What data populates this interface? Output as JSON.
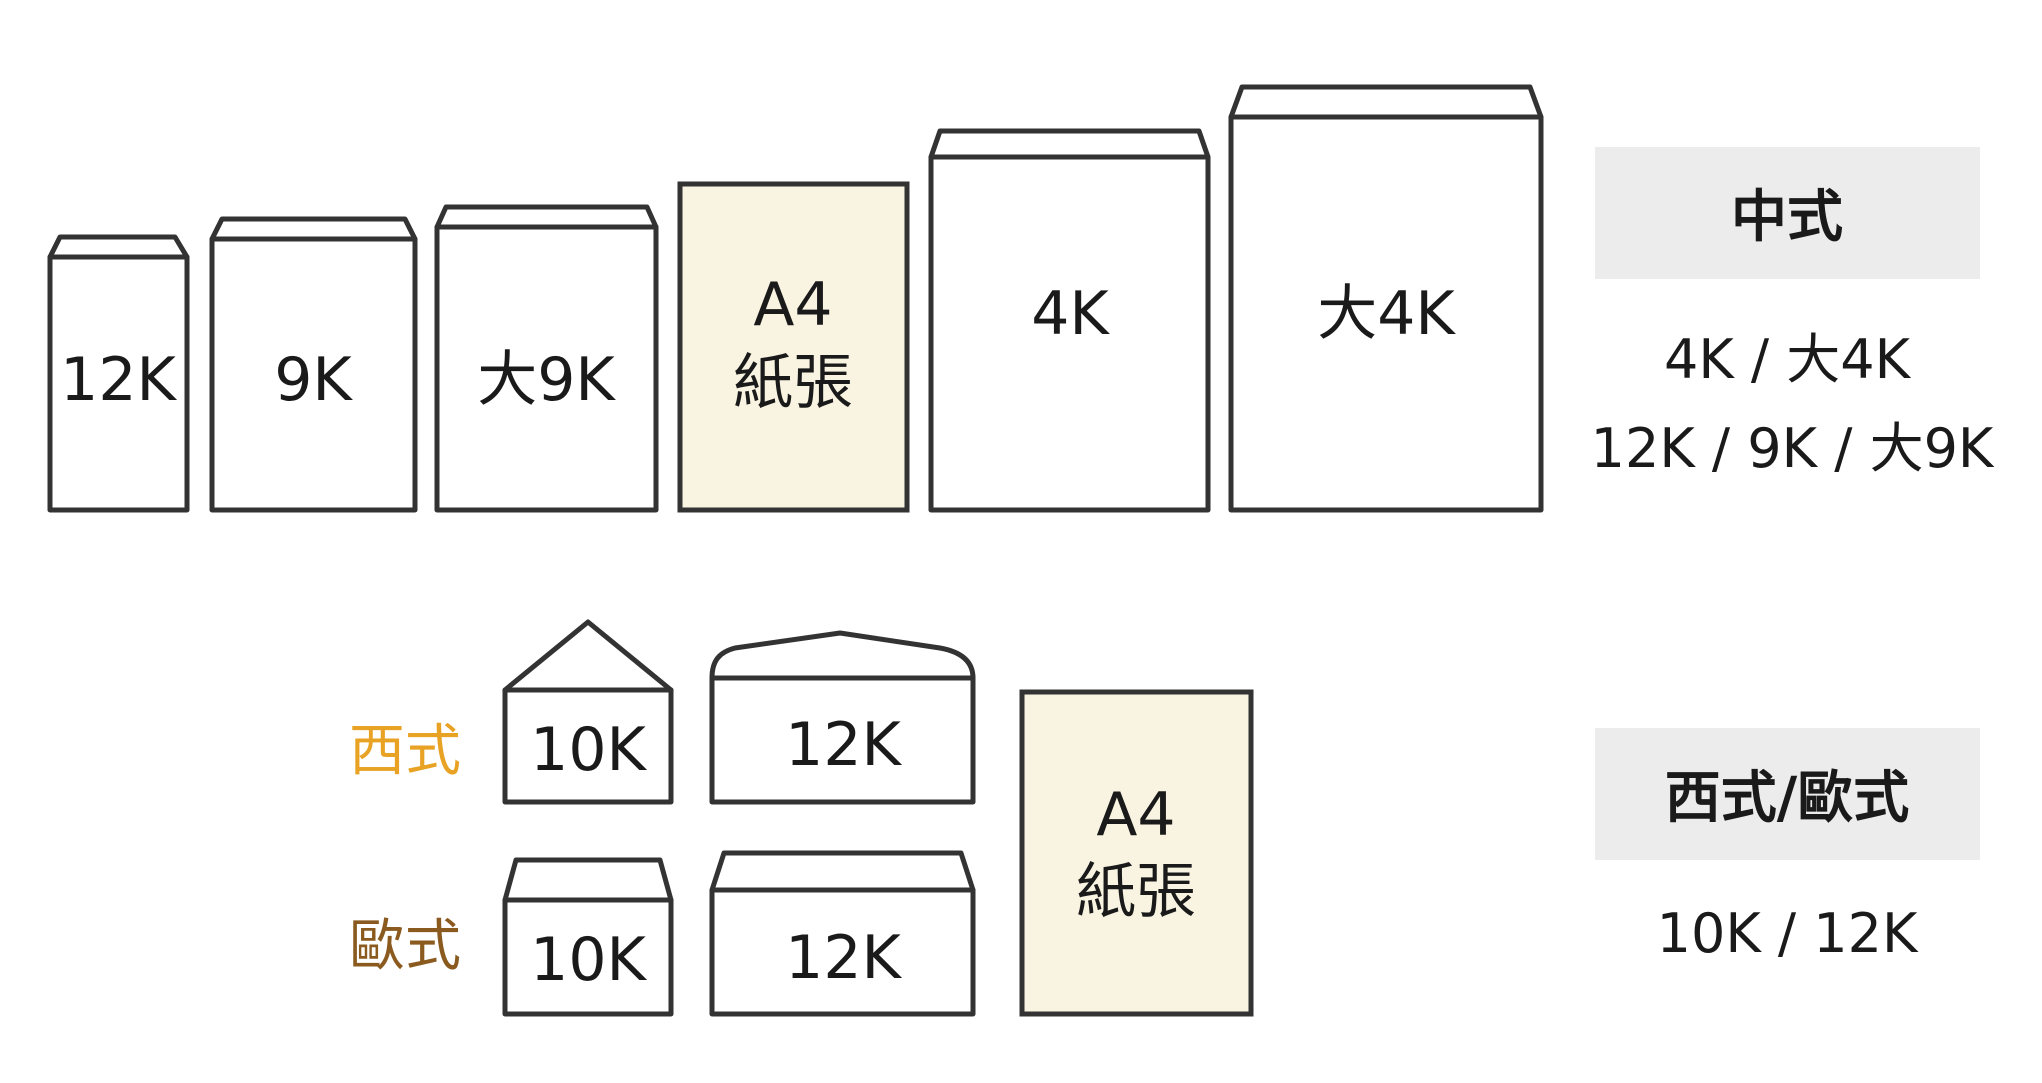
{
  "chinese": {
    "envelopes": [
      {
        "id": "12k",
        "label": "12K"
      },
      {
        "id": "9k",
        "label": "9K"
      },
      {
        "id": "big-9k",
        "label": "大9K"
      },
      {
        "id": "a4",
        "label_line1": "A4",
        "label_line2": "紙張"
      },
      {
        "id": "4k",
        "label": "4K"
      },
      {
        "id": "big-4k",
        "label": "大4K"
      }
    ],
    "panel": {
      "title": "中式",
      "line1": "4K / 大4K",
      "line2": "12K / 9K / 大9K"
    }
  },
  "western": {
    "row_west_label": "西式",
    "row_euro_label": "歐式",
    "west_10k": "10K",
    "west_12k": "12K",
    "euro_10k": "10K",
    "euro_12k": "12K",
    "a4_line1": "A4",
    "a4_line2": "紙張",
    "panel": {
      "title": "西式/歐式",
      "line1": "10K / 12K"
    }
  },
  "colors": {
    "western_label": "#e8a325",
    "european_label": "#8a5a1f",
    "paper_fill": "#f9f4e2",
    "outline": "#333333",
    "panel_background": "#ececec"
  }
}
